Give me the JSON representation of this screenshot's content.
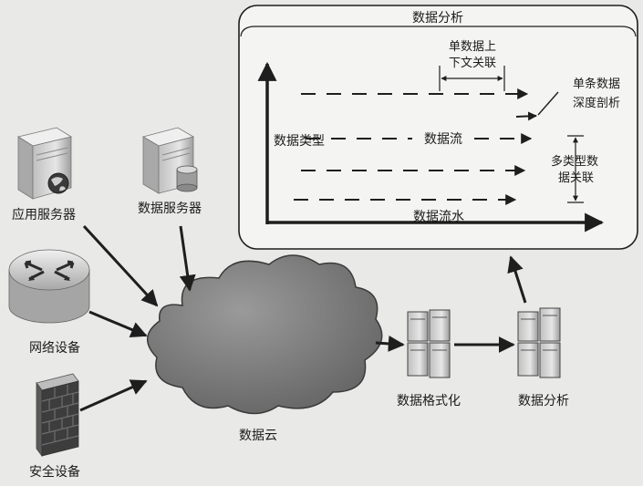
{
  "panel": {
    "title": "数据分析",
    "y_axis_label": "数据类型",
    "x_axis_label": "数据流水",
    "stream_label": "数据流",
    "single_context_label_1": "单数据上",
    "single_context_label_2": "下文关联",
    "single_depth_label_1": "单条数据",
    "single_depth_label_2": "深度剖析",
    "multi_type_label_1": "多类型数",
    "multi_type_label_2": "据关联"
  },
  "nodes": {
    "app_server": "应用服务器",
    "data_server": "数据服务器",
    "network_device": "网络设备",
    "security_device": "安全设备",
    "cloud": "数据云",
    "formatting": "数据格式化",
    "analysis": "数据分析"
  },
  "colors": {
    "line": "#1e1e1e",
    "cloud": "#7a7a7a",
    "server_body": "#d8d8d8",
    "panel_bg": "#f4f4f2"
  },
  "icons": [
    "server-icon",
    "globe-icon",
    "database-icon",
    "router-icon",
    "firewall-icon",
    "cloud-icon",
    "server-rack-icon"
  ]
}
